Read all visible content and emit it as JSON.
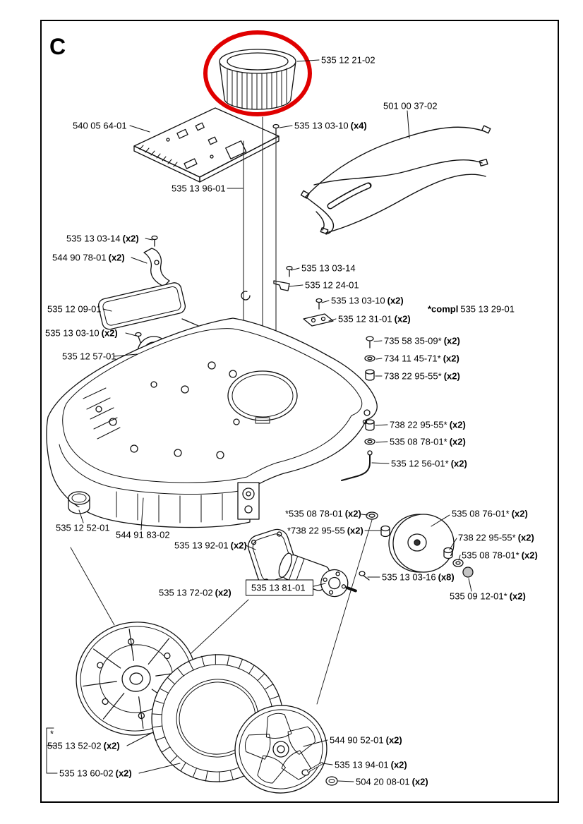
{
  "page": {
    "section_label": "C"
  },
  "colors": {
    "highlight": "#e00000",
    "line": "#111111"
  },
  "parts": [
    {
      "num": "535 12 21-02",
      "qty": ""
    },
    {
      "num": "540 05 64-01",
      "qty": ""
    },
    {
      "num": "535 13 03-10",
      "qty": "(x4)"
    },
    {
      "num": "501 00 37-02",
      "qty": ""
    },
    {
      "num": "535 13 96-01",
      "qty": ""
    },
    {
      "num": "535 13 03-14",
      "qty": "(x2)"
    },
    {
      "num": "544 90 78-01",
      "qty": "(x2)"
    },
    {
      "num": "535 12 09-01",
      "qty": ""
    },
    {
      "num": "535 13 03-10",
      "qty": "(x2)"
    },
    {
      "num": "535 12 57-01",
      "qty": ""
    },
    {
      "num": "535 13 03-14",
      "qty": ""
    },
    {
      "num": "535 12 24-01",
      "qty": ""
    },
    {
      "num": "535 13 03-10",
      "qty": "(x2)"
    },
    {
      "num": "535 12 31-01",
      "qty": "(x2)"
    },
    {
      "prefix": "*compl",
      "num": "535 13 29-01",
      "qty": ""
    },
    {
      "num": "735 58 35-09*",
      "qty": "(x2)"
    },
    {
      "num": "734 11 45-71*",
      "qty": "(x2)"
    },
    {
      "num": "738 22 95-55*",
      "qty": "(x2)"
    },
    {
      "num": "738 22 95-55*",
      "qty": "(x2)"
    },
    {
      "num": "535 08 78-01*",
      "qty": "(x2)"
    },
    {
      "num": "535 12 56-01*",
      "qty": "(x2)"
    },
    {
      "num": "535 12 52-01",
      "qty": ""
    },
    {
      "num": "544 91 83-02",
      "qty": ""
    },
    {
      "num": "535 13 92-01",
      "qty": "(x2)"
    },
    {
      "num": "*535 08 78-01",
      "qty": "(x2)"
    },
    {
      "num": "*738 22 95-55",
      "qty": "(x2)"
    },
    {
      "num": "535 08 76-01*",
      "qty": "(x2)"
    },
    {
      "num": "738 22 95-55*",
      "qty": "(x2)"
    },
    {
      "num": "535 08 78-01*",
      "qty": "(x2)"
    },
    {
      "num": "535 13 03-16",
      "qty": "(x8)"
    },
    {
      "num": "535 09 12-01*",
      "qty": "(x2)"
    },
    {
      "num": "535 13 72-02",
      "qty": "(x2)"
    },
    {
      "num": "535 13 81-01",
      "qty": ""
    },
    {
      "num": "*",
      "qty": ""
    },
    {
      "num": "535 13 52-02",
      "qty": "(x2)"
    },
    {
      "num": "535 13 60-02",
      "qty": "(x2)"
    },
    {
      "num": "544 90 52-01",
      "qty": "(x2)"
    },
    {
      "num": "535 13 94-01",
      "qty": "(x2)"
    },
    {
      "num": "504 20 08-01",
      "qty": "(x2)"
    }
  ]
}
